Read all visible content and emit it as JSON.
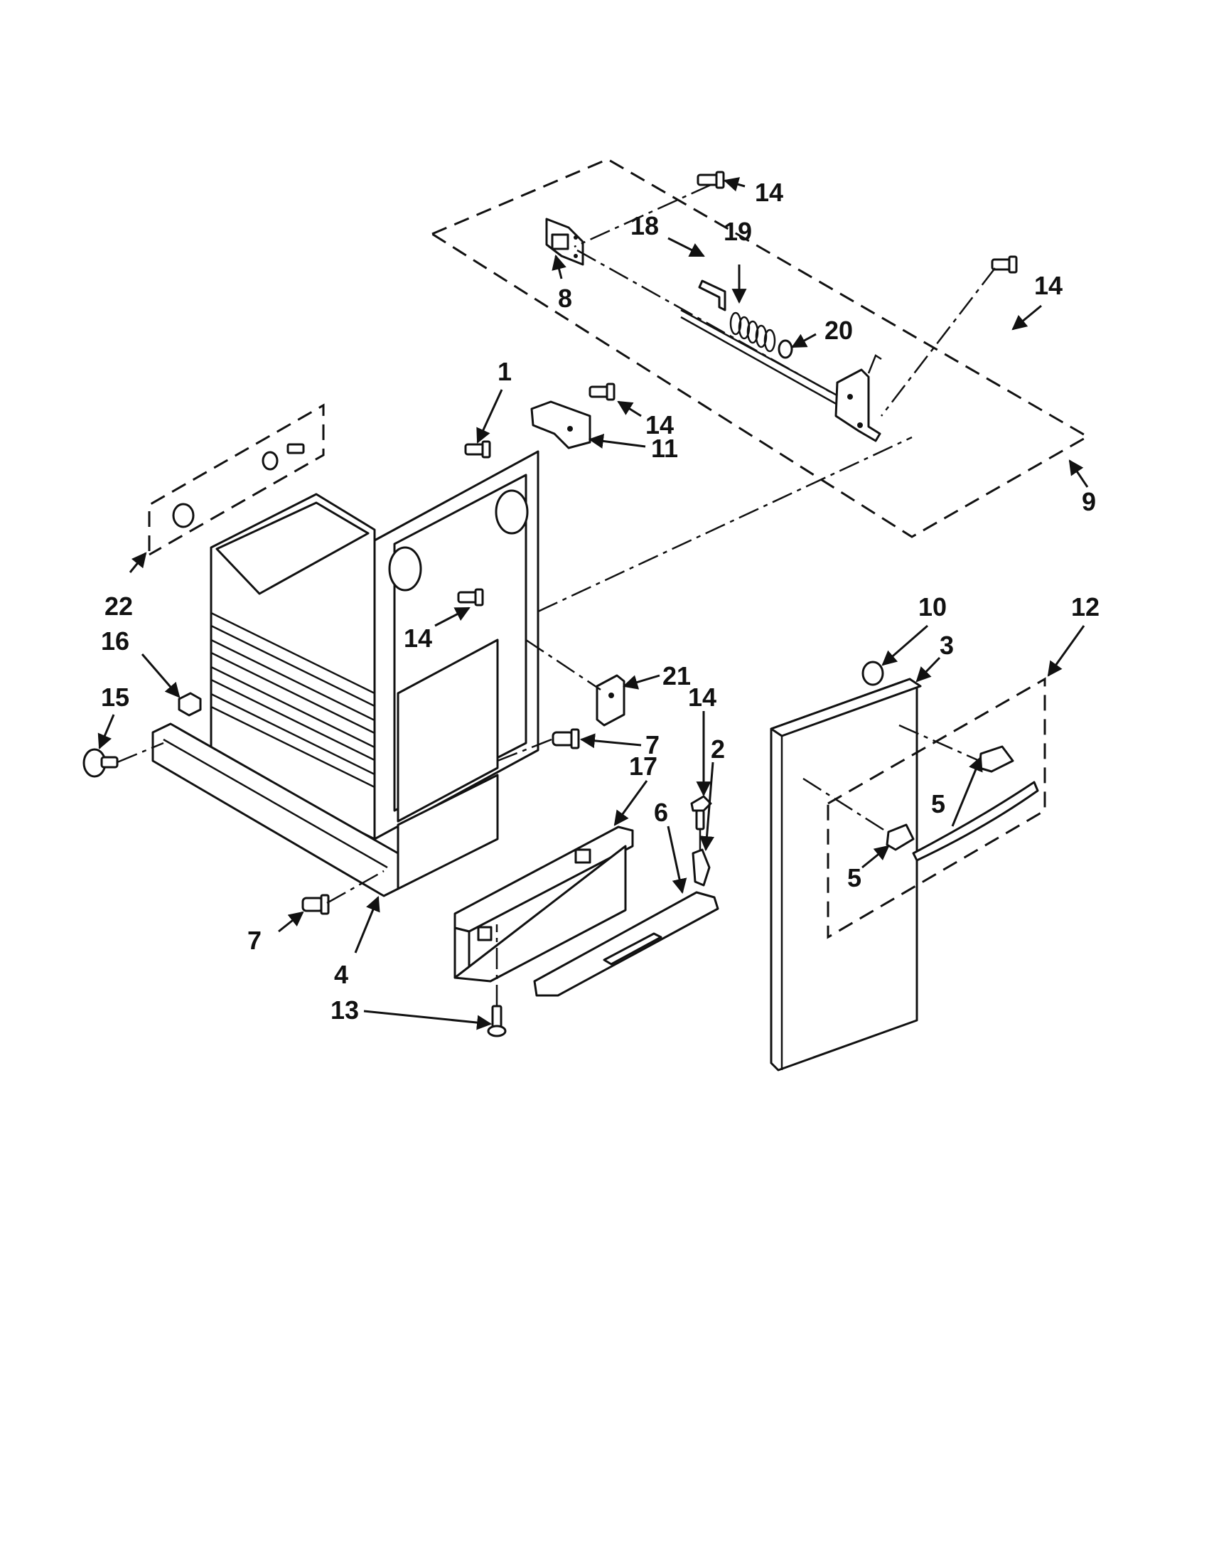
{
  "diagram": {
    "callouts": [
      {
        "id": "c14a",
        "label": "14"
      },
      {
        "id": "c8",
        "label": "8"
      },
      {
        "id": "c18",
        "label": "18"
      },
      {
        "id": "c19",
        "label": "19"
      },
      {
        "id": "c14b",
        "label": "14"
      },
      {
        "id": "c20",
        "label": "20"
      },
      {
        "id": "c1",
        "label": "1"
      },
      {
        "id": "c14c",
        "label": "14"
      },
      {
        "id": "c11",
        "label": "11"
      },
      {
        "id": "c9",
        "label": "9"
      },
      {
        "id": "c22",
        "label": "22"
      },
      {
        "id": "c14d",
        "label": "14"
      },
      {
        "id": "c16",
        "label": "16"
      },
      {
        "id": "c15",
        "label": "15"
      },
      {
        "id": "c10",
        "label": "10"
      },
      {
        "id": "c12",
        "label": "12"
      },
      {
        "id": "c3",
        "label": "3"
      },
      {
        "id": "c21",
        "label": "21"
      },
      {
        "id": "c14e",
        "label": "14"
      },
      {
        "id": "c2",
        "label": "2"
      },
      {
        "id": "c7a",
        "label": "7"
      },
      {
        "id": "c17",
        "label": "17"
      },
      {
        "id": "c6",
        "label": "6"
      },
      {
        "id": "c5a",
        "label": "5"
      },
      {
        "id": "c5b",
        "label": "5"
      },
      {
        "id": "c7b",
        "label": "7"
      },
      {
        "id": "c4",
        "label": "4"
      },
      {
        "id": "c13",
        "label": "13"
      }
    ]
  }
}
